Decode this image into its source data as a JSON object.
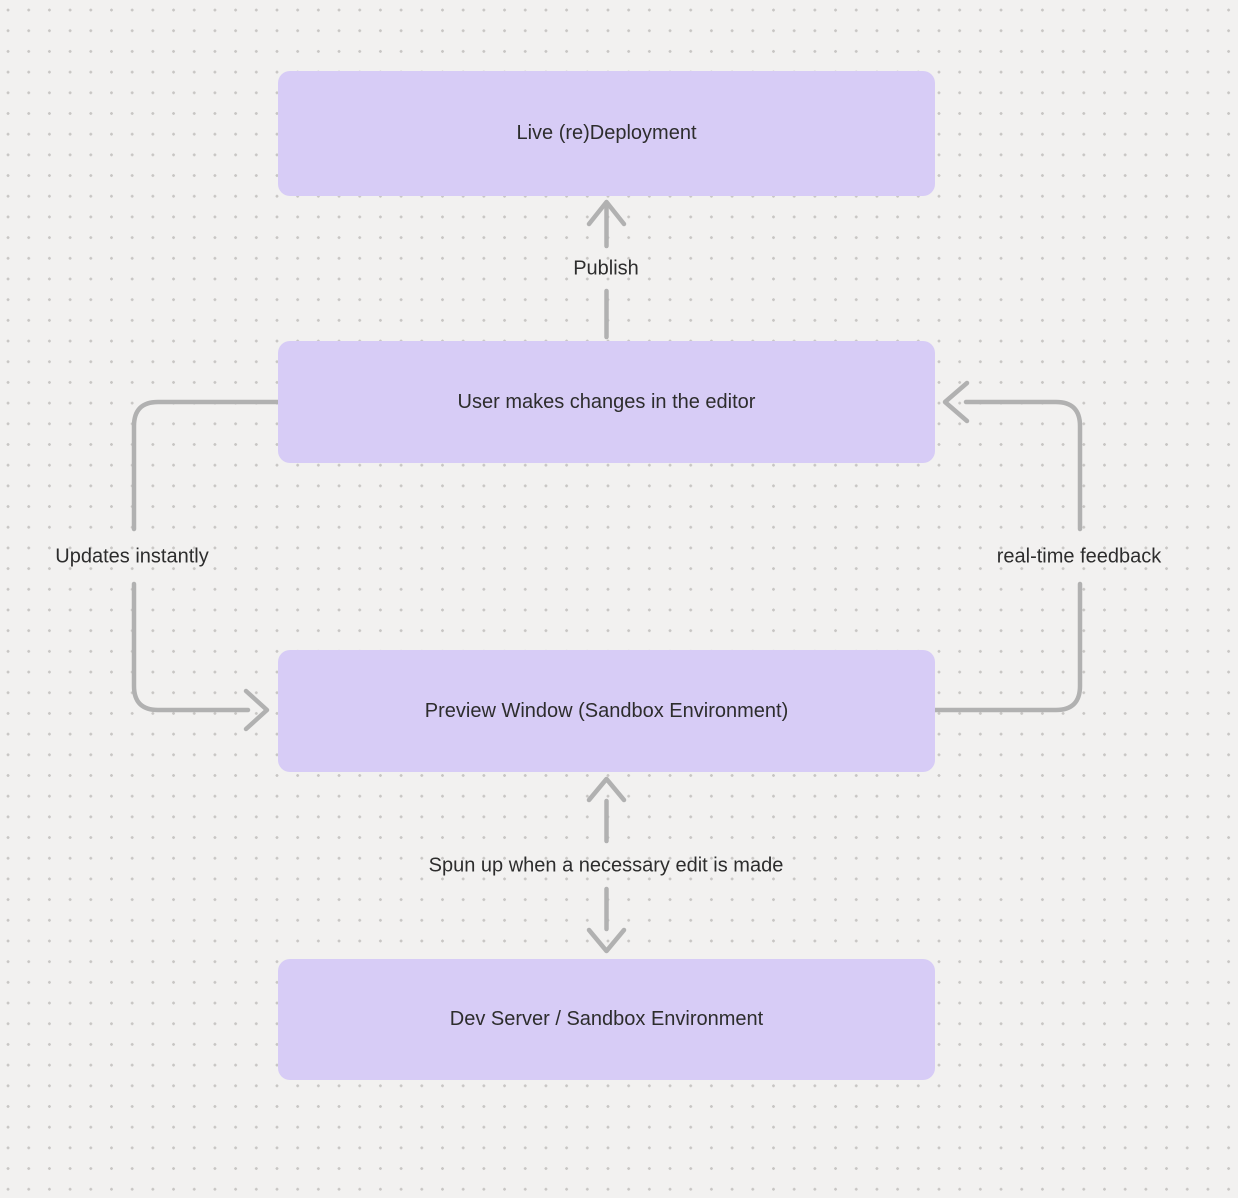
{
  "canvas": {
    "background_color": "#f2f1f0",
    "dot_grid_color": "#c8c6c4"
  },
  "diagram": {
    "type": "flowchart",
    "colors": {
      "node_fill": "#d7ccf6",
      "node_text": "#2d2d2d",
      "edge_stroke": "#b1b1b1",
      "edge_label_text": "#2d2d2d"
    },
    "nodes": [
      {
        "id": "live-deployment",
        "label": "Live (re)Deployment"
      },
      {
        "id": "user-editor",
        "label": "User makes changes in the editor"
      },
      {
        "id": "preview-window",
        "label": "Preview Window (Sandbox Environment)"
      },
      {
        "id": "dev-server",
        "label": "Dev Server / Sandbox Environment"
      }
    ],
    "edges": [
      {
        "id": "publish",
        "label": "Publish",
        "from": "user-editor",
        "to": "live-deployment",
        "direction": "up"
      },
      {
        "id": "updates-instantly",
        "label": "Updates instantly",
        "from": "user-editor",
        "to": "preview-window",
        "direction": "left-loop-down"
      },
      {
        "id": "real-time-feedback",
        "label": "real-time feedback",
        "from": "preview-window",
        "to": "user-editor",
        "direction": "right-loop-up"
      },
      {
        "id": "spun-up",
        "label": "Spun up when a necessary edit is made",
        "from": "preview-window",
        "to": "dev-server",
        "direction": "bidirectional"
      }
    ]
  }
}
